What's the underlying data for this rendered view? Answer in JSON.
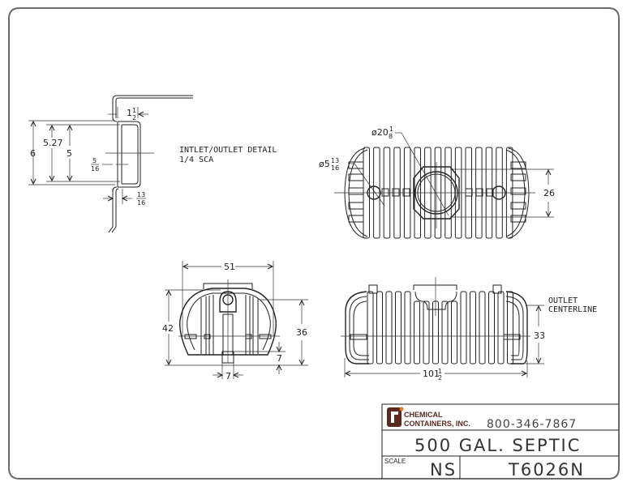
{
  "drawing": {
    "detail_title": "INTLET/OUTLET DETAIL",
    "detail_scale": "1/4 SCA",
    "detail_dims": {
      "d6": "6",
      "d527": "5.27",
      "d5": "5",
      "flange_whole": "1",
      "flange_num": "1",
      "flange_den": "2",
      "wall_num": "5",
      "wall_den": "16",
      "lip_num": "13",
      "lip_den": "16"
    },
    "top_view": {
      "manway_prefix": "ø20",
      "manway_num": "1",
      "manway_den": "8",
      "port_prefix": "ø5",
      "port_num": "13",
      "port_den": "16",
      "width_dim": "26"
    },
    "end_view": {
      "width": "51",
      "height": "42",
      "inner_height": "36",
      "foot_height": "7",
      "foot_width": "7"
    },
    "side_view": {
      "length_whole": "101",
      "length_num": "1",
      "length_den": "2",
      "outlet_height": "33",
      "outlet_label_1": "OUTLET",
      "outlet_label_2": "CENTERLINE"
    }
  },
  "title_block": {
    "company_line1": "CHEMICAL",
    "company_line2": "CONTAINERS, INC.",
    "phone": "800-346-7867",
    "product": "500 GAL. SEPTIC",
    "scale_label": "SCALE",
    "scale_value": "NS",
    "part_number": "T6026N",
    "logo_color": "#5a2a1c",
    "logo_accent": "#e8732a"
  }
}
